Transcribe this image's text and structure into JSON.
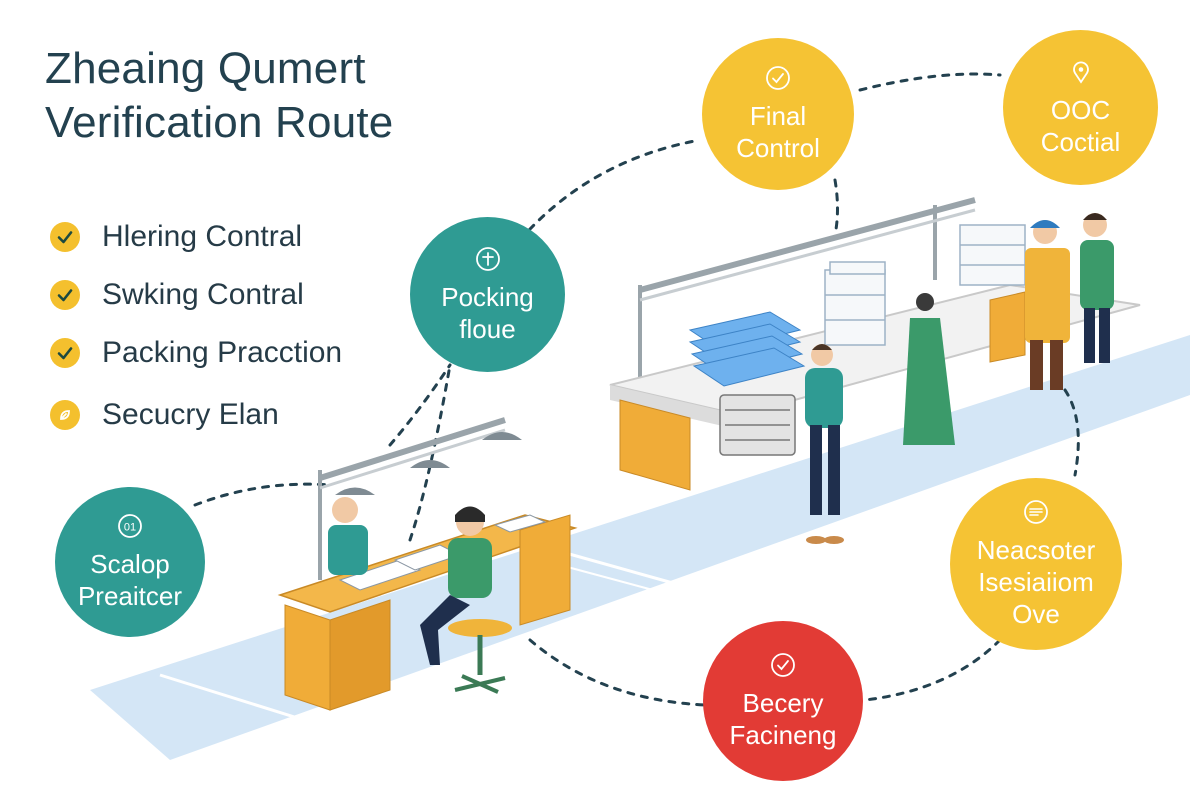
{
  "title": {
    "line1": "Zheaing Qumert",
    "line2": "Verification Route"
  },
  "checklist": [
    {
      "label": "Hlering Contral",
      "icon": "check-icon"
    },
    {
      "label": "Swking Contral",
      "icon": "check-icon"
    },
    {
      "label": "Packing Pracction",
      "icon": "check-icon"
    },
    {
      "label": "Secucry Elan",
      "icon": "leaf-icon"
    }
  ],
  "nodes": {
    "scalop": {
      "label": "Scalop\nPreaitcer",
      "icon_text": "01",
      "icon": "number-icon"
    },
    "pocking": {
      "label": "Pocking\nfloue",
      "icon": "plus-circle-icon"
    },
    "final": {
      "label": "Final\nControl",
      "icon": "check-circle-icon"
    },
    "ooc": {
      "label": "OOC\nCoctial",
      "icon": "location-pin-icon"
    },
    "neacsoter": {
      "label": "Neacsoter\nIsesiaiiom\nOve",
      "icon": "target-icon"
    },
    "becery": {
      "label": "Becery\nFacineng",
      "icon": "check-circle-icon"
    }
  },
  "colors": {
    "teal": "#2f9b93",
    "yellow": "#f5c334",
    "red": "#e23b35",
    "title": "#23414f",
    "floor": "#d4e6f6"
  }
}
